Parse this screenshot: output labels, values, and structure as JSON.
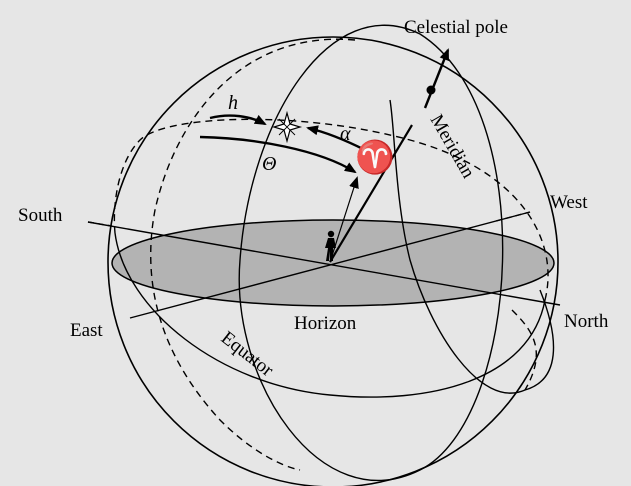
{
  "diagram": {
    "labels": {
      "celestial_pole": "Celestial pole",
      "meridian": "Meridian",
      "west": "West",
      "south": "South",
      "east": "East",
      "north": "North",
      "horizon": "Horizon",
      "equator": "Equator"
    },
    "symbols": {
      "h": "h",
      "alpha": "α",
      "theta": "Θ",
      "vernal_equinox": "♈"
    },
    "icons": [
      "star-icon",
      "observer-icon"
    ],
    "colors": {
      "background": "#e6e6e6",
      "horizon_plane": "#b3b3b3",
      "line": "#000000"
    }
  }
}
